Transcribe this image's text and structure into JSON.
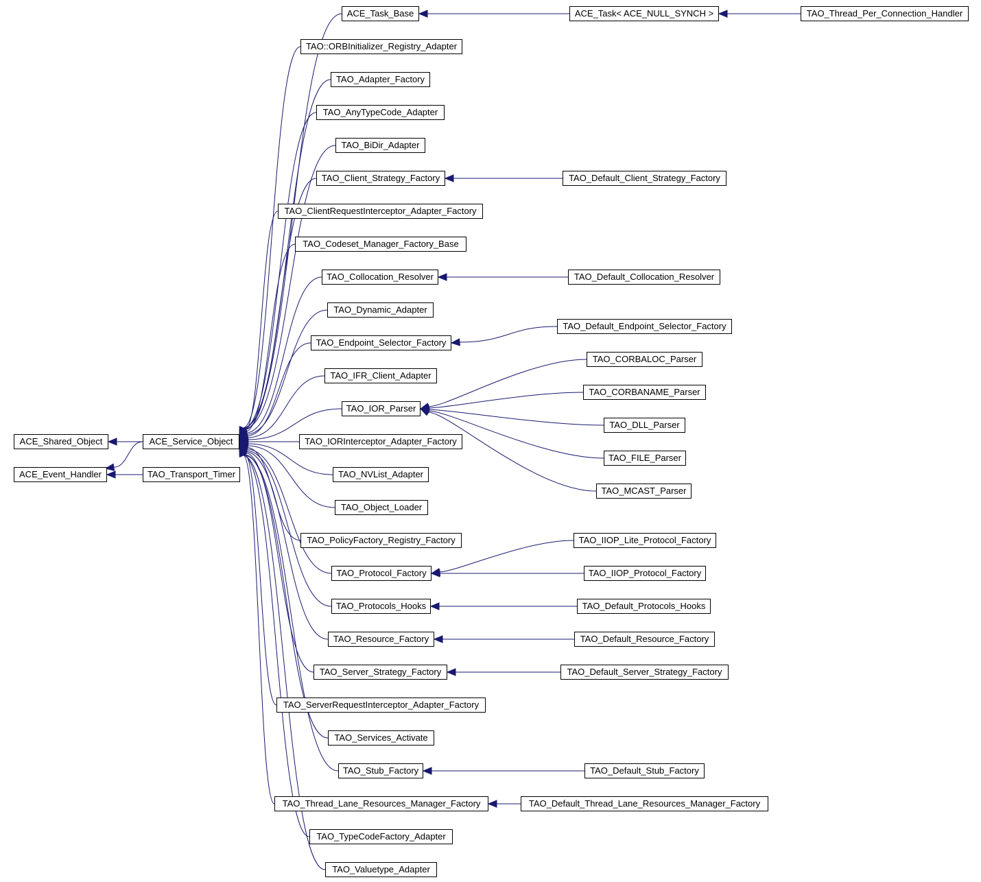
{
  "colors": {
    "edge": "#191970",
    "node_border": "#000000",
    "node_fill": "#ffffff",
    "text": "#000000"
  },
  "nodes": {
    "ace_shared_object": "ACE_Shared_Object",
    "ace_event_handler": "ACE_Event_Handler",
    "ace_service_object": "ACE_Service_Object",
    "tao_transport_timer": "TAO_Transport_Timer",
    "ace_task_base": "ACE_Task_Base",
    "ace_task_null_synch": "ACE_Task< ACE_NULL_SYNCH >",
    "tao_thread_per_connection_handler": "TAO_Thread_Per_Connection_Handler",
    "tao_orbinitializer_registry_adapter": "TAO::ORBInitializer_Registry_Adapter",
    "tao_adapter_factory": "TAO_Adapter_Factory",
    "tao_anytypecode_adapter": "TAO_AnyTypeCode_Adapter",
    "tao_bidir_adapter": "TAO_BiDir_Adapter",
    "tao_client_strategy_factory": "TAO_Client_Strategy_Factory",
    "tao_default_client_strategy_factory": "TAO_Default_Client_Strategy_Factory",
    "tao_clientrequestinterceptor_adapter_factory": "TAO_ClientRequestInterceptor_Adapter_Factory",
    "tao_codeset_manager_factory_base": "TAO_Codeset_Manager_Factory_Base",
    "tao_collocation_resolver": "TAO_Collocation_Resolver",
    "tao_default_collocation_resolver": "TAO_Default_Collocation_Resolver",
    "tao_dynamic_adapter": "TAO_Dynamic_Adapter",
    "tao_endpoint_selector_factory": "TAO_Endpoint_Selector_Factory",
    "tao_default_endpoint_selector_factory": "TAO_Default_Endpoint_Selector_Factory",
    "tao_ifr_client_adapter": "TAO_IFR_Client_Adapter",
    "tao_ior_parser": "TAO_IOR_Parser",
    "tao_corbaloc_parser": "TAO_CORBALOC_Parser",
    "tao_corbaname_parser": "TAO_CORBANAME_Parser",
    "tao_dll_parser": "TAO_DLL_Parser",
    "tao_file_parser": "TAO_FILE_Parser",
    "tao_mcast_parser": "TAO_MCAST_Parser",
    "tao_iorinterceptor_adapter_factory": "TAO_IORInterceptor_Adapter_Factory",
    "tao_nvlist_adapter": "TAO_NVList_Adapter",
    "tao_object_loader": "TAO_Object_Loader",
    "tao_policyfactory_registry_factory": "TAO_PolicyFactory_Registry_Factory",
    "tao_protocol_factory": "TAO_Protocol_Factory",
    "tao_iiop_lite_protocol_factory": "TAO_IIOP_Lite_Protocol_Factory",
    "tao_iiop_protocol_factory": "TAO_IIOP_Protocol_Factory",
    "tao_protocols_hooks": "TAO_Protocols_Hooks",
    "tao_default_protocols_hooks": "TAO_Default_Protocols_Hooks",
    "tao_resource_factory": "TAO_Resource_Factory",
    "tao_default_resource_factory": "TAO_Default_Resource_Factory",
    "tao_server_strategy_factory": "TAO_Server_Strategy_Factory",
    "tao_default_server_strategy_factory": "TAO_Default_Server_Strategy_Factory",
    "tao_serverrequestinterceptor_adapter_factory": "TAO_ServerRequestInterceptor_Adapter_Factory",
    "tao_services_activate": "TAO_Services_Activate",
    "tao_stub_factory": "TAO_Stub_Factory",
    "tao_default_stub_factory": "TAO_Default_Stub_Factory",
    "tao_thread_lane_resources_manager_factory": "TAO_Thread_Lane_Resources_Manager_Factory",
    "tao_default_thread_lane_resources_manager_factory": "TAO_Default_Thread_Lane_Resources_Manager_Factory",
    "tao_typecodefactory_adapter": "TAO_TypeCodeFactory_Adapter",
    "tao_valuetype_adapter": "TAO_Valuetype_Adapter"
  },
  "edges": [
    [
      "ace_service_object",
      "ace_shared_object"
    ],
    [
      "ace_service_object",
      "ace_event_handler"
    ],
    [
      "tao_transport_timer",
      "ace_event_handler"
    ],
    [
      "ace_task_base",
      "ace_service_object"
    ],
    [
      "ace_task_null_synch",
      "ace_task_base"
    ],
    [
      "tao_thread_per_connection_handler",
      "ace_task_null_synch"
    ],
    [
      "tao_orbinitializer_registry_adapter",
      "ace_service_object"
    ],
    [
      "tao_adapter_factory",
      "ace_service_object"
    ],
    [
      "tao_anytypecode_adapter",
      "ace_service_object"
    ],
    [
      "tao_bidir_adapter",
      "ace_service_object"
    ],
    [
      "tao_client_strategy_factory",
      "ace_service_object"
    ],
    [
      "tao_default_client_strategy_factory",
      "tao_client_strategy_factory"
    ],
    [
      "tao_clientrequestinterceptor_adapter_factory",
      "ace_service_object"
    ],
    [
      "tao_codeset_manager_factory_base",
      "ace_service_object"
    ],
    [
      "tao_collocation_resolver",
      "ace_service_object"
    ],
    [
      "tao_default_collocation_resolver",
      "tao_collocation_resolver"
    ],
    [
      "tao_dynamic_adapter",
      "ace_service_object"
    ],
    [
      "tao_endpoint_selector_factory",
      "ace_service_object"
    ],
    [
      "tao_default_endpoint_selector_factory",
      "tao_endpoint_selector_factory"
    ],
    [
      "tao_ifr_client_adapter",
      "ace_service_object"
    ],
    [
      "tao_ior_parser",
      "ace_service_object"
    ],
    [
      "tao_corbaloc_parser",
      "tao_ior_parser"
    ],
    [
      "tao_corbaname_parser",
      "tao_ior_parser"
    ],
    [
      "tao_dll_parser",
      "tao_ior_parser"
    ],
    [
      "tao_file_parser",
      "tao_ior_parser"
    ],
    [
      "tao_mcast_parser",
      "tao_ior_parser"
    ],
    [
      "tao_iorinterceptor_adapter_factory",
      "ace_service_object"
    ],
    [
      "tao_nvlist_adapter",
      "ace_service_object"
    ],
    [
      "tao_object_loader",
      "ace_service_object"
    ],
    [
      "tao_policyfactory_registry_factory",
      "ace_service_object"
    ],
    [
      "tao_protocol_factory",
      "ace_service_object"
    ],
    [
      "tao_iiop_lite_protocol_factory",
      "tao_protocol_factory"
    ],
    [
      "tao_iiop_protocol_factory",
      "tao_protocol_factory"
    ],
    [
      "tao_protocols_hooks",
      "ace_service_object"
    ],
    [
      "tao_default_protocols_hooks",
      "tao_protocols_hooks"
    ],
    [
      "tao_resource_factory",
      "ace_service_object"
    ],
    [
      "tao_default_resource_factory",
      "tao_resource_factory"
    ],
    [
      "tao_server_strategy_factory",
      "ace_service_object"
    ],
    [
      "tao_default_server_strategy_factory",
      "tao_server_strategy_factory"
    ],
    [
      "tao_serverrequestinterceptor_adapter_factory",
      "ace_service_object"
    ],
    [
      "tao_services_activate",
      "ace_service_object"
    ],
    [
      "tao_stub_factory",
      "ace_service_object"
    ],
    [
      "tao_default_stub_factory",
      "tao_stub_factory"
    ],
    [
      "tao_thread_lane_resources_manager_factory",
      "ace_service_object"
    ],
    [
      "tao_default_thread_lane_resources_manager_factory",
      "tao_thread_lane_resources_manager_factory"
    ],
    [
      "tao_typecodefactory_adapter",
      "ace_service_object"
    ],
    [
      "tao_valuetype_adapter",
      "ace_service_object"
    ]
  ]
}
